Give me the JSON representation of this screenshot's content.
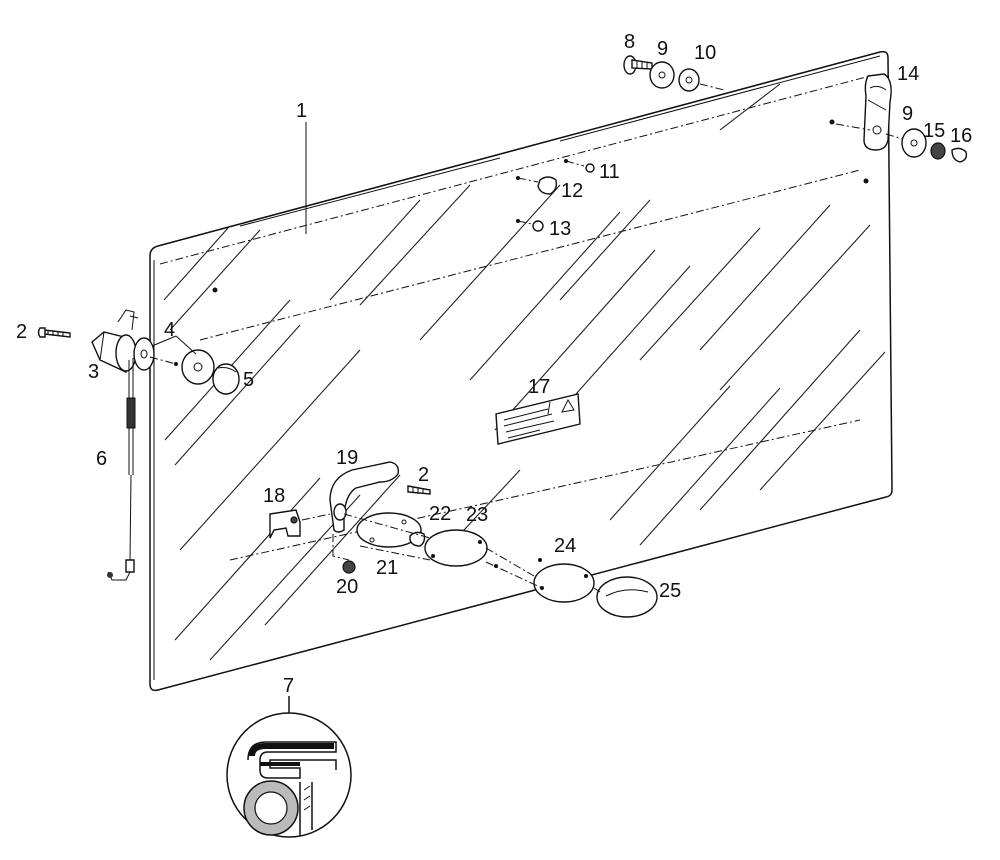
{
  "diagram": {
    "callouts": [
      {
        "id": "c1",
        "text": "1"
      },
      {
        "id": "c2a",
        "text": "2"
      },
      {
        "id": "c3",
        "text": "3"
      },
      {
        "id": "c4",
        "text": "4"
      },
      {
        "id": "c5",
        "text": "5"
      },
      {
        "id": "c6",
        "text": "6"
      },
      {
        "id": "c7",
        "text": "7"
      },
      {
        "id": "c8",
        "text": "8"
      },
      {
        "id": "c9a",
        "text": "9"
      },
      {
        "id": "c10",
        "text": "10"
      },
      {
        "id": "c11",
        "text": "11"
      },
      {
        "id": "c12",
        "text": "12"
      },
      {
        "id": "c13",
        "text": "13"
      },
      {
        "id": "c14",
        "text": "14"
      },
      {
        "id": "c9b",
        "text": "9"
      },
      {
        "id": "c15",
        "text": "15"
      },
      {
        "id": "c16",
        "text": "16"
      },
      {
        "id": "c17",
        "text": "17"
      },
      {
        "id": "c19",
        "text": "19"
      },
      {
        "id": "c2b",
        "text": "2"
      },
      {
        "id": "c18",
        "text": "18"
      },
      {
        "id": "c22",
        "text": "22"
      },
      {
        "id": "c23",
        "text": "23"
      },
      {
        "id": "c21",
        "text": "21"
      },
      {
        "id": "c20",
        "text": "20"
      },
      {
        "id": "c24",
        "text": "24"
      },
      {
        "id": "c25",
        "text": "25"
      }
    ]
  }
}
